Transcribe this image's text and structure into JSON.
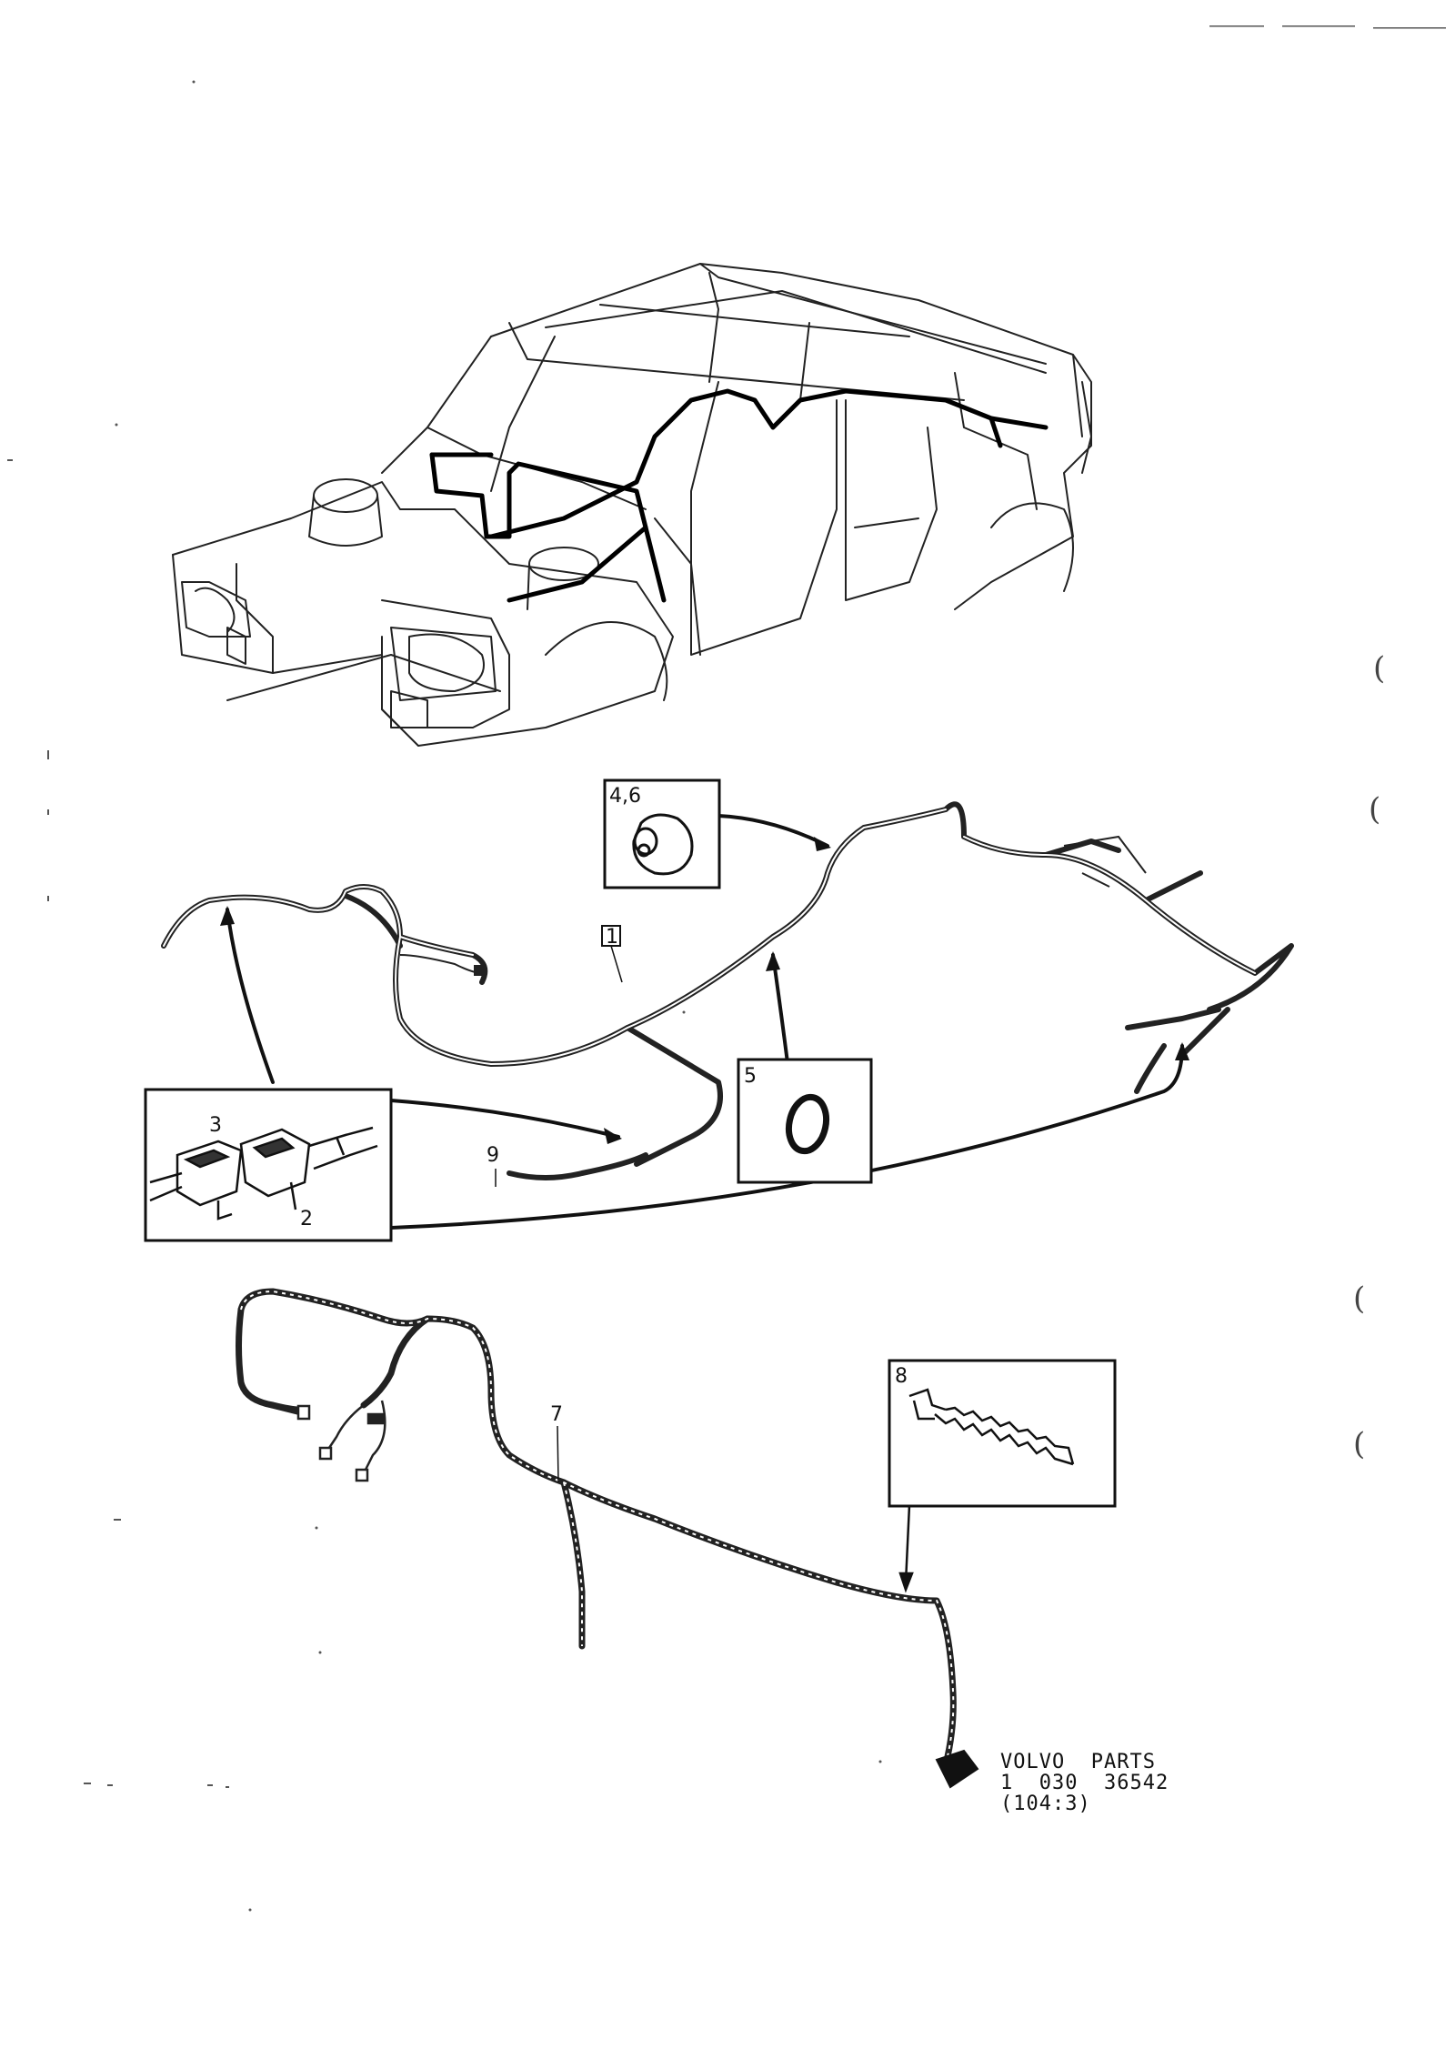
{
  "callouts": {
    "c1": "1",
    "c2": "2",
    "c3": "3",
    "c46": "4,6",
    "c5": "5",
    "c7": "7",
    "c8": "8",
    "c9": "9"
  },
  "footer": {
    "brand": "VOLVO  PARTS",
    "part_number": "1  030  36542",
    "ref": "(104:3)"
  },
  "margin_marks": [
    "(",
    "(",
    "(",
    "("
  ]
}
